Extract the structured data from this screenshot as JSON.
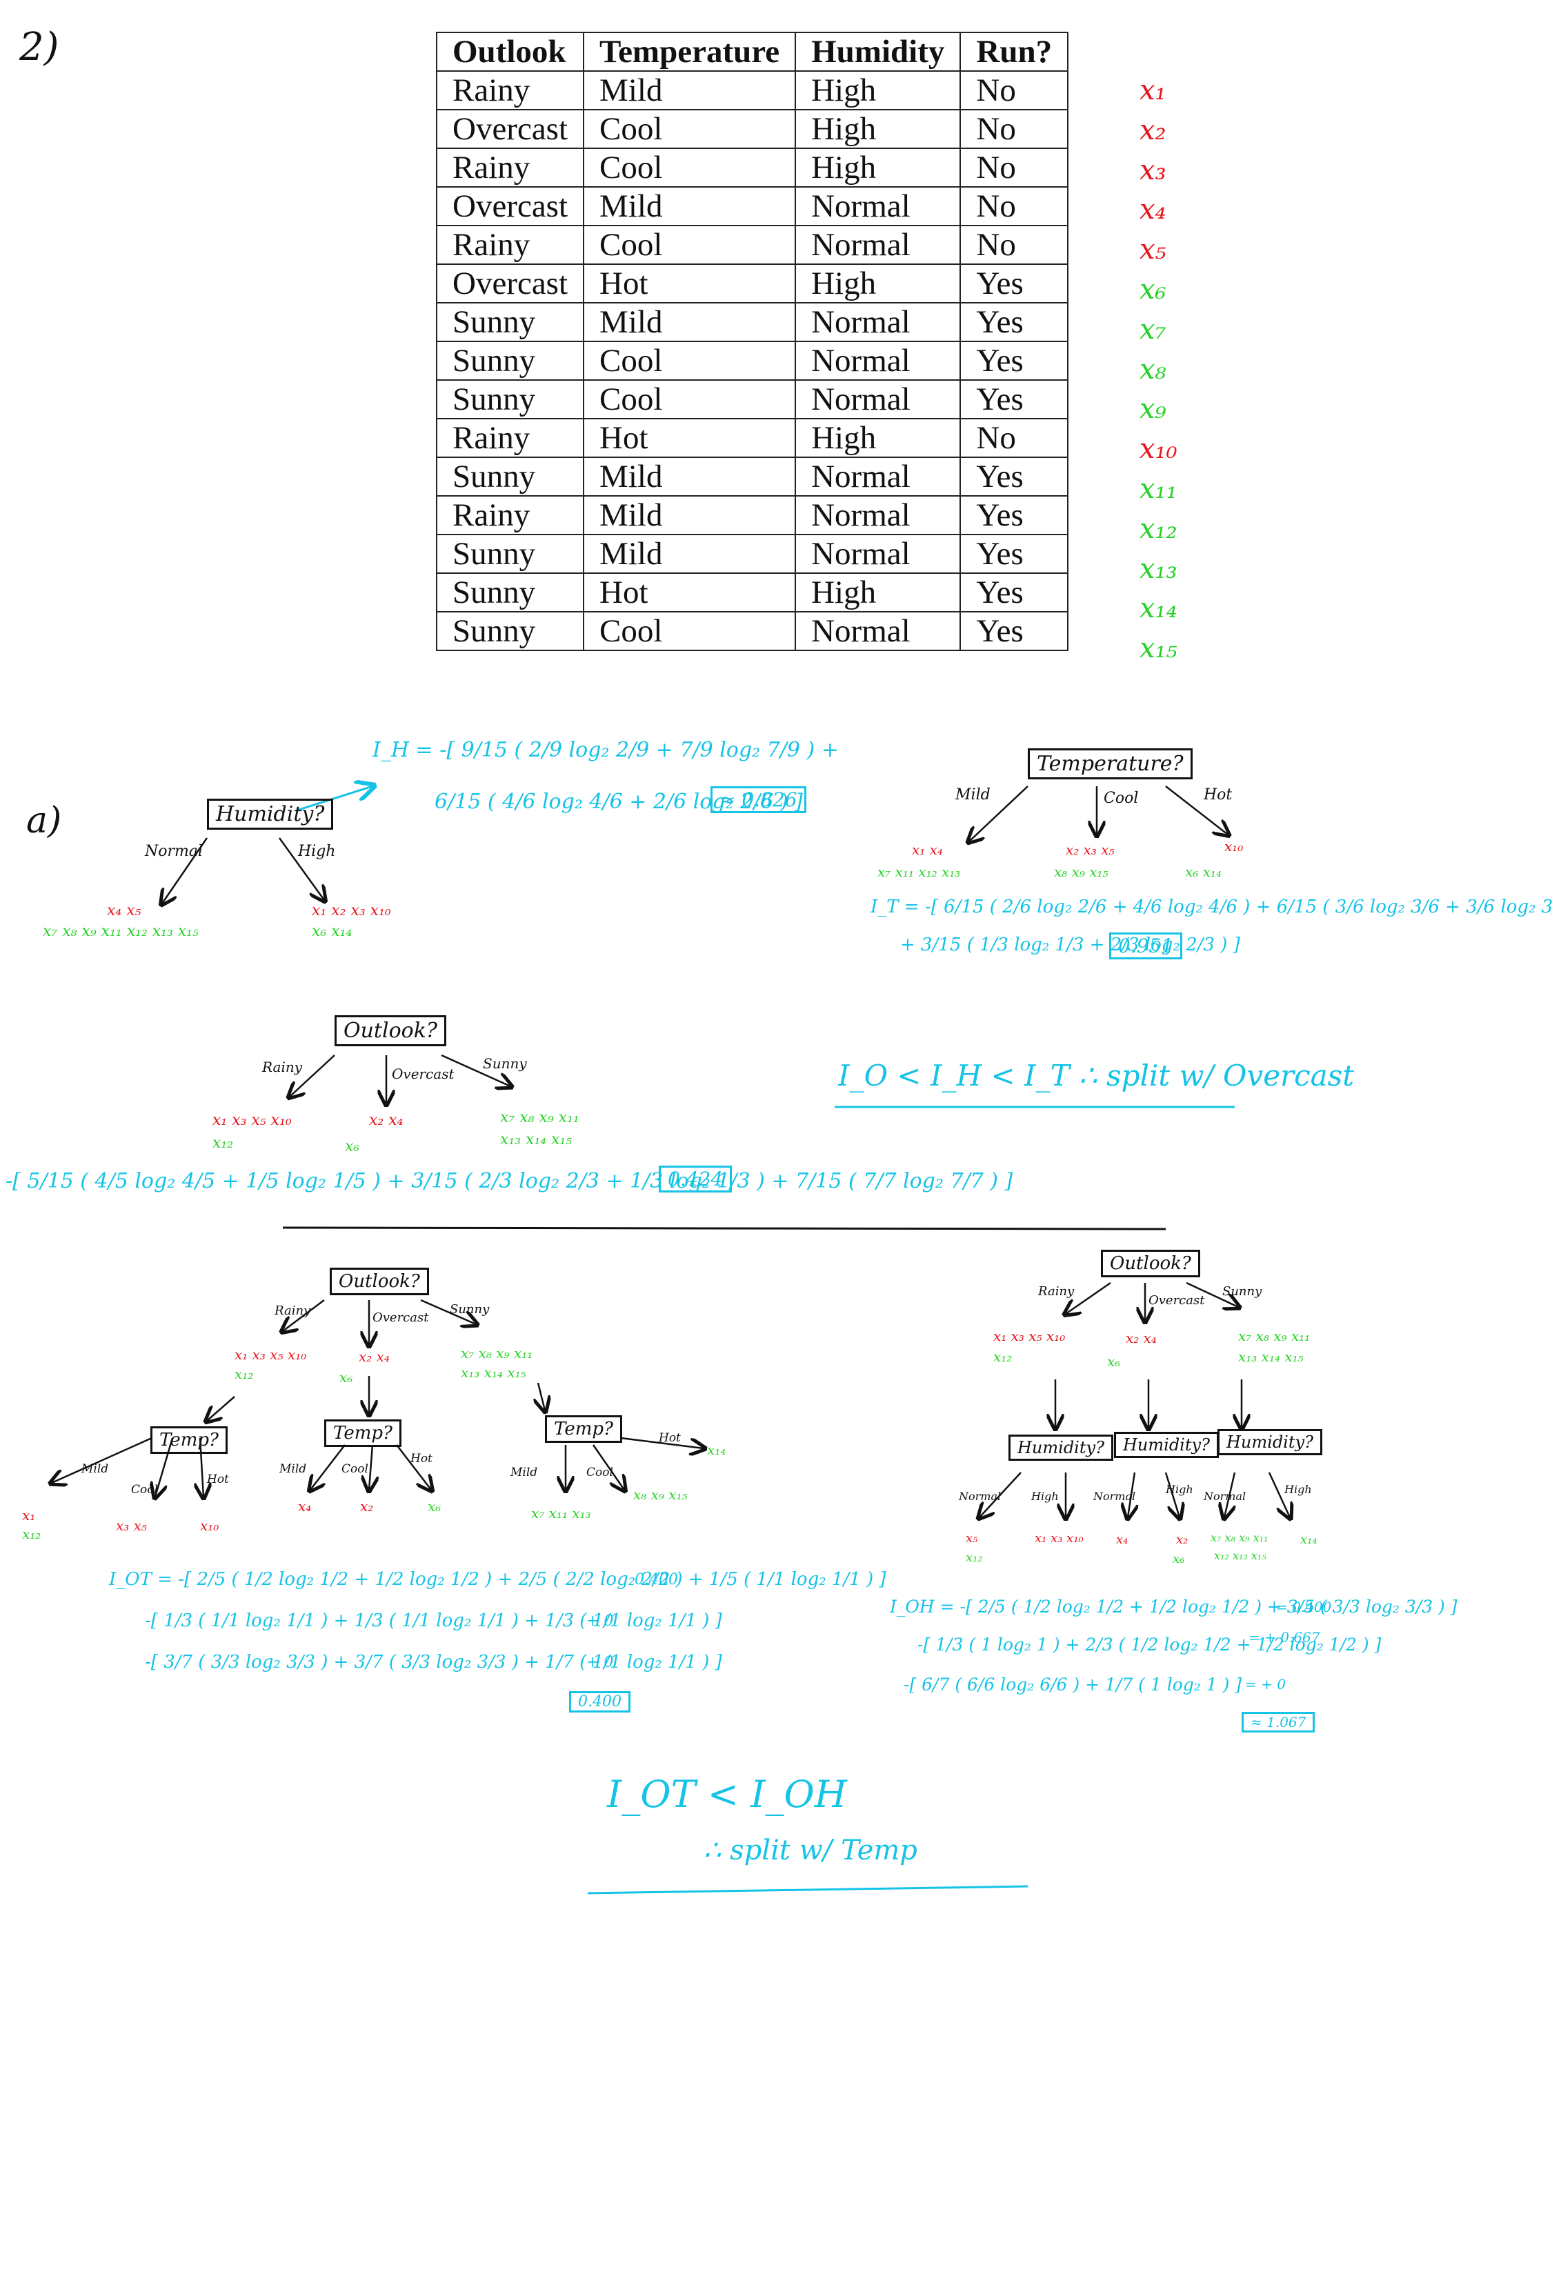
{
  "problem_number": "2)",
  "part_a": "a)",
  "table": {
    "headers": [
      "Outlook",
      "Temperature",
      "Humidity",
      "Run?"
    ],
    "rows": [
      [
        "Rainy",
        "Mild",
        "High",
        "No"
      ],
      [
        "Overcast",
        "Cool",
        "High",
        "No"
      ],
      [
        "Rainy",
        "Cool",
        "High",
        "No"
      ],
      [
        "Overcast",
        "Mild",
        "Normal",
        "No"
      ],
      [
        "Rainy",
        "Cool",
        "Normal",
        "No"
      ],
      [
        "Overcast",
        "Hot",
        "High",
        "Yes"
      ],
      [
        "Sunny",
        "Mild",
        "Normal",
        "Yes"
      ],
      [
        "Sunny",
        "Cool",
        "Normal",
        "Yes"
      ],
      [
        "Sunny",
        "Cool",
        "Normal",
        "Yes"
      ],
      [
        "Rainy",
        "Hot",
        "High",
        "No"
      ],
      [
        "Sunny",
        "Mild",
        "Normal",
        "Yes"
      ],
      [
        "Rainy",
        "Mild",
        "Normal",
        "Yes"
      ],
      [
        "Sunny",
        "Mild",
        "Normal",
        "Yes"
      ],
      [
        "Sunny",
        "Hot",
        "High",
        "Yes"
      ],
      [
        "Sunny",
        "Cool",
        "Normal",
        "Yes"
      ]
    ],
    "row_labels": [
      "x₁",
      "x₂",
      "x₃",
      "x₄",
      "x₅",
      "x₆",
      "x₇",
      "x₈",
      "x₉",
      "x₁₀",
      "x₁₁",
      "x₁₂",
      "x₁₃",
      "x₁₄",
      "x₁₅"
    ],
    "row_label_colors": [
      "#e8141b",
      "#e8141b",
      "#e8141b",
      "#e8141b",
      "#e8141b",
      "#27d227",
      "#27d227",
      "#27d227",
      "#27d227",
      "#e8141b",
      "#27d227",
      "#27d227",
      "#27d227",
      "#27d227",
      "#27d227"
    ]
  },
  "humidity_tree": {
    "root": "Humidity?",
    "normal": "Normal",
    "high": "High",
    "normal_red": "x₄ x₅",
    "normal_green": "x₇ x₈ x₉ x₁₁ x₁₂ x₁₃ x₁₅",
    "high_red": "x₁ x₂ x₃ x₁₀",
    "high_green": "x₆ x₁₄",
    "formula_line1": "I_H = -[ 9/15 ( 2/9 log₂ 2/9 + 7/9 log₂ 7/9 ) +",
    "formula_line2": "6/15 ( 4/6 log₂ 4/6 + 2/6 log₂ 2/6 ) ]",
    "result": "≈ 0.826"
  },
  "temperature_tree": {
    "root": "Temperature?",
    "mild": "Mild",
    "cool": "Cool",
    "hot": "Hot",
    "mild_red": "x₁ x₄",
    "mild_green": "x₇ x₁₁ x₁₂ x₁₃",
    "cool_red": "x₂ x₃ x₅",
    "cool_green": "x₈ x₉ x₁₅",
    "hot_red": "x₁₀",
    "hot_green": "x₆ x₁₄",
    "formula_line1": "I_T = -[ 6/15 ( 2/6 log₂ 2/6 + 4/6 log₂ 4/6 ) + 6/15 ( 3/6 log₂ 3/6 + 3/6 log₂ 3/6 )",
    "formula_line2": "+ 3/15 ( 1/3 log₂ 1/3 + 2/3 log₂ 2/3 ) ]",
    "result": "0.951"
  },
  "outlook_tree": {
    "root": "Outlook?",
    "rainy": "Rainy",
    "overcast": "Overcast",
    "sunny": "Sunny",
    "rainy_red": "x₁ x₃ x₅ x₁₀",
    "rainy_green": "x₁₂",
    "overcast_red": "x₂ x₄",
    "overcast_green": "x₆",
    "sunny_green": "x₇ x₈ x₉ x₁₁",
    "sunny_green2": "x₁₃ x₁₄ x₁₅",
    "formula": "-[ 5/15 ( 4/5 log₂ 4/5 + 1/5 log₂ 1/5 ) + 3/15 ( 2/3 log₂ 2/3 + 1/3 log₂ 1/3 ) + 7/15 ( 7/7 log₂ 7/7 ) ]",
    "result": "0.424"
  },
  "conclusion1": "I_O < I_H < I_T  ∴  split w/ Overcast",
  "ot_tree": {
    "root": "Outlook?",
    "rainy": "Rainy",
    "overcast": "Overcast",
    "sunny": "Sunny",
    "temp": "Temp?",
    "mild": "Mild",
    "cool": "Cool",
    "hot": "Hot",
    "rainy_red": "x₁ x₃ x₅ x₁₀",
    "rainy_green": "x₁₂",
    "overcast_red": "x₂ x₄",
    "overcast_green": "x₆",
    "sunny_green": "x₇ x₈ x₉ x₁₁",
    "sunny_green2": "x₁₃ x₁₄ x₁₅",
    "l1_mild_red": "x₁",
    "l1_mild_green": "x₁₂",
    "l1_cool_red": "x₃ x₅",
    "l1_hot_red": "x₁₀",
    "l2_mild_red": "x₄",
    "l2_cool_red": "x₂",
    "l2_hot_green": "x₆",
    "l3_mild_green": "x₇ x₁₁ x₁₃",
    "l3_cool_green": "x₈ x₉ x₁₅",
    "l3_hot_green": "x₁₄",
    "formula_line1": "I_OT = -[ 2/5 ( 1/2 log₂ 1/2 + 1/2 log₂ 1/2 ) + 2/5 ( 2/2 log₂ 2/2 ) + 1/5 ( 1/1 log₂ 1/1 ) ]",
    "formula_line2": "-[ 1/3 ( 1/1 log₂ 1/1 ) + 1/3 ( 1/1 log₂ 1/1 ) + 1/3 ( 1/1 log₂ 1/1 ) ]",
    "formula_line3": "-[ 3/7 ( 3/3 log₂ 3/3 ) + 3/7 ( 3/3 log₂ 3/3 ) + 1/7 ( 1/1 log₂ 1/1 ) ]",
    "val1": "0.400",
    "val2": "+ 0",
    "val3": "+ 0",
    "result": "0.400"
  },
  "oh_tree": {
    "root": "Outlook?",
    "rainy": "Rainy",
    "overcast": "Overcast",
    "sunny": "Sunny",
    "humidity": "Humidity?",
    "normal": "Normal",
    "high": "High",
    "rainy_red": "x₁ x₃ x₅ x₁₀",
    "rainy_green": "x₁₂",
    "overcast_red": "x₂ x₄",
    "overcast_green": "x₆",
    "sunny_green": "x₇ x₈ x₉ x₁₁",
    "sunny_green2": "x₁₃ x₁₄ x₁₅",
    "l1_normal_red": "x₅",
    "l1_normal_green": "x₁₂",
    "l1_high_red": "x₁ x₃ x₁₀",
    "l2_normal_red": "x₄",
    "l2_high_red": "x₂",
    "l2_high_green": "x₆",
    "l3_normal_green": "x₇ x₈ x₉ x₁₁",
    "l3_normal_green2": "x₁₂ x₁₃ x₁₅",
    "l3_high_green": "x₁₄",
    "formula_line1": "I_OH = -[ 2/5 ( 1/2 log₂ 1/2 + 1/2 log₂ 1/2 ) + 3/5 ( 3/3 log₂ 3/3 ) ]",
    "formula_line2": "-[ 1/3 ( 1 log₂ 1 ) + 2/3 ( 1/2 log₂ 1/2 + 1/2 log₂ 1/2 ) ]",
    "formula_line3": "-[ 6/7 ( 6/6 log₂ 6/6 ) + 1/7 ( 1 log₂ 1 ) ]",
    "val1": "= 0.400",
    "val2": "= + 0.667",
    "val3": "= + 0",
    "result": "≈ 1.067"
  },
  "conclusion2_line1": "I_OT < I_OH",
  "conclusion2_line2": "∴  split w/ Temp",
  "colors": {
    "red": "#e8141b",
    "green": "#27d227",
    "cyan": "#14c3e6",
    "ink": "#111111"
  }
}
